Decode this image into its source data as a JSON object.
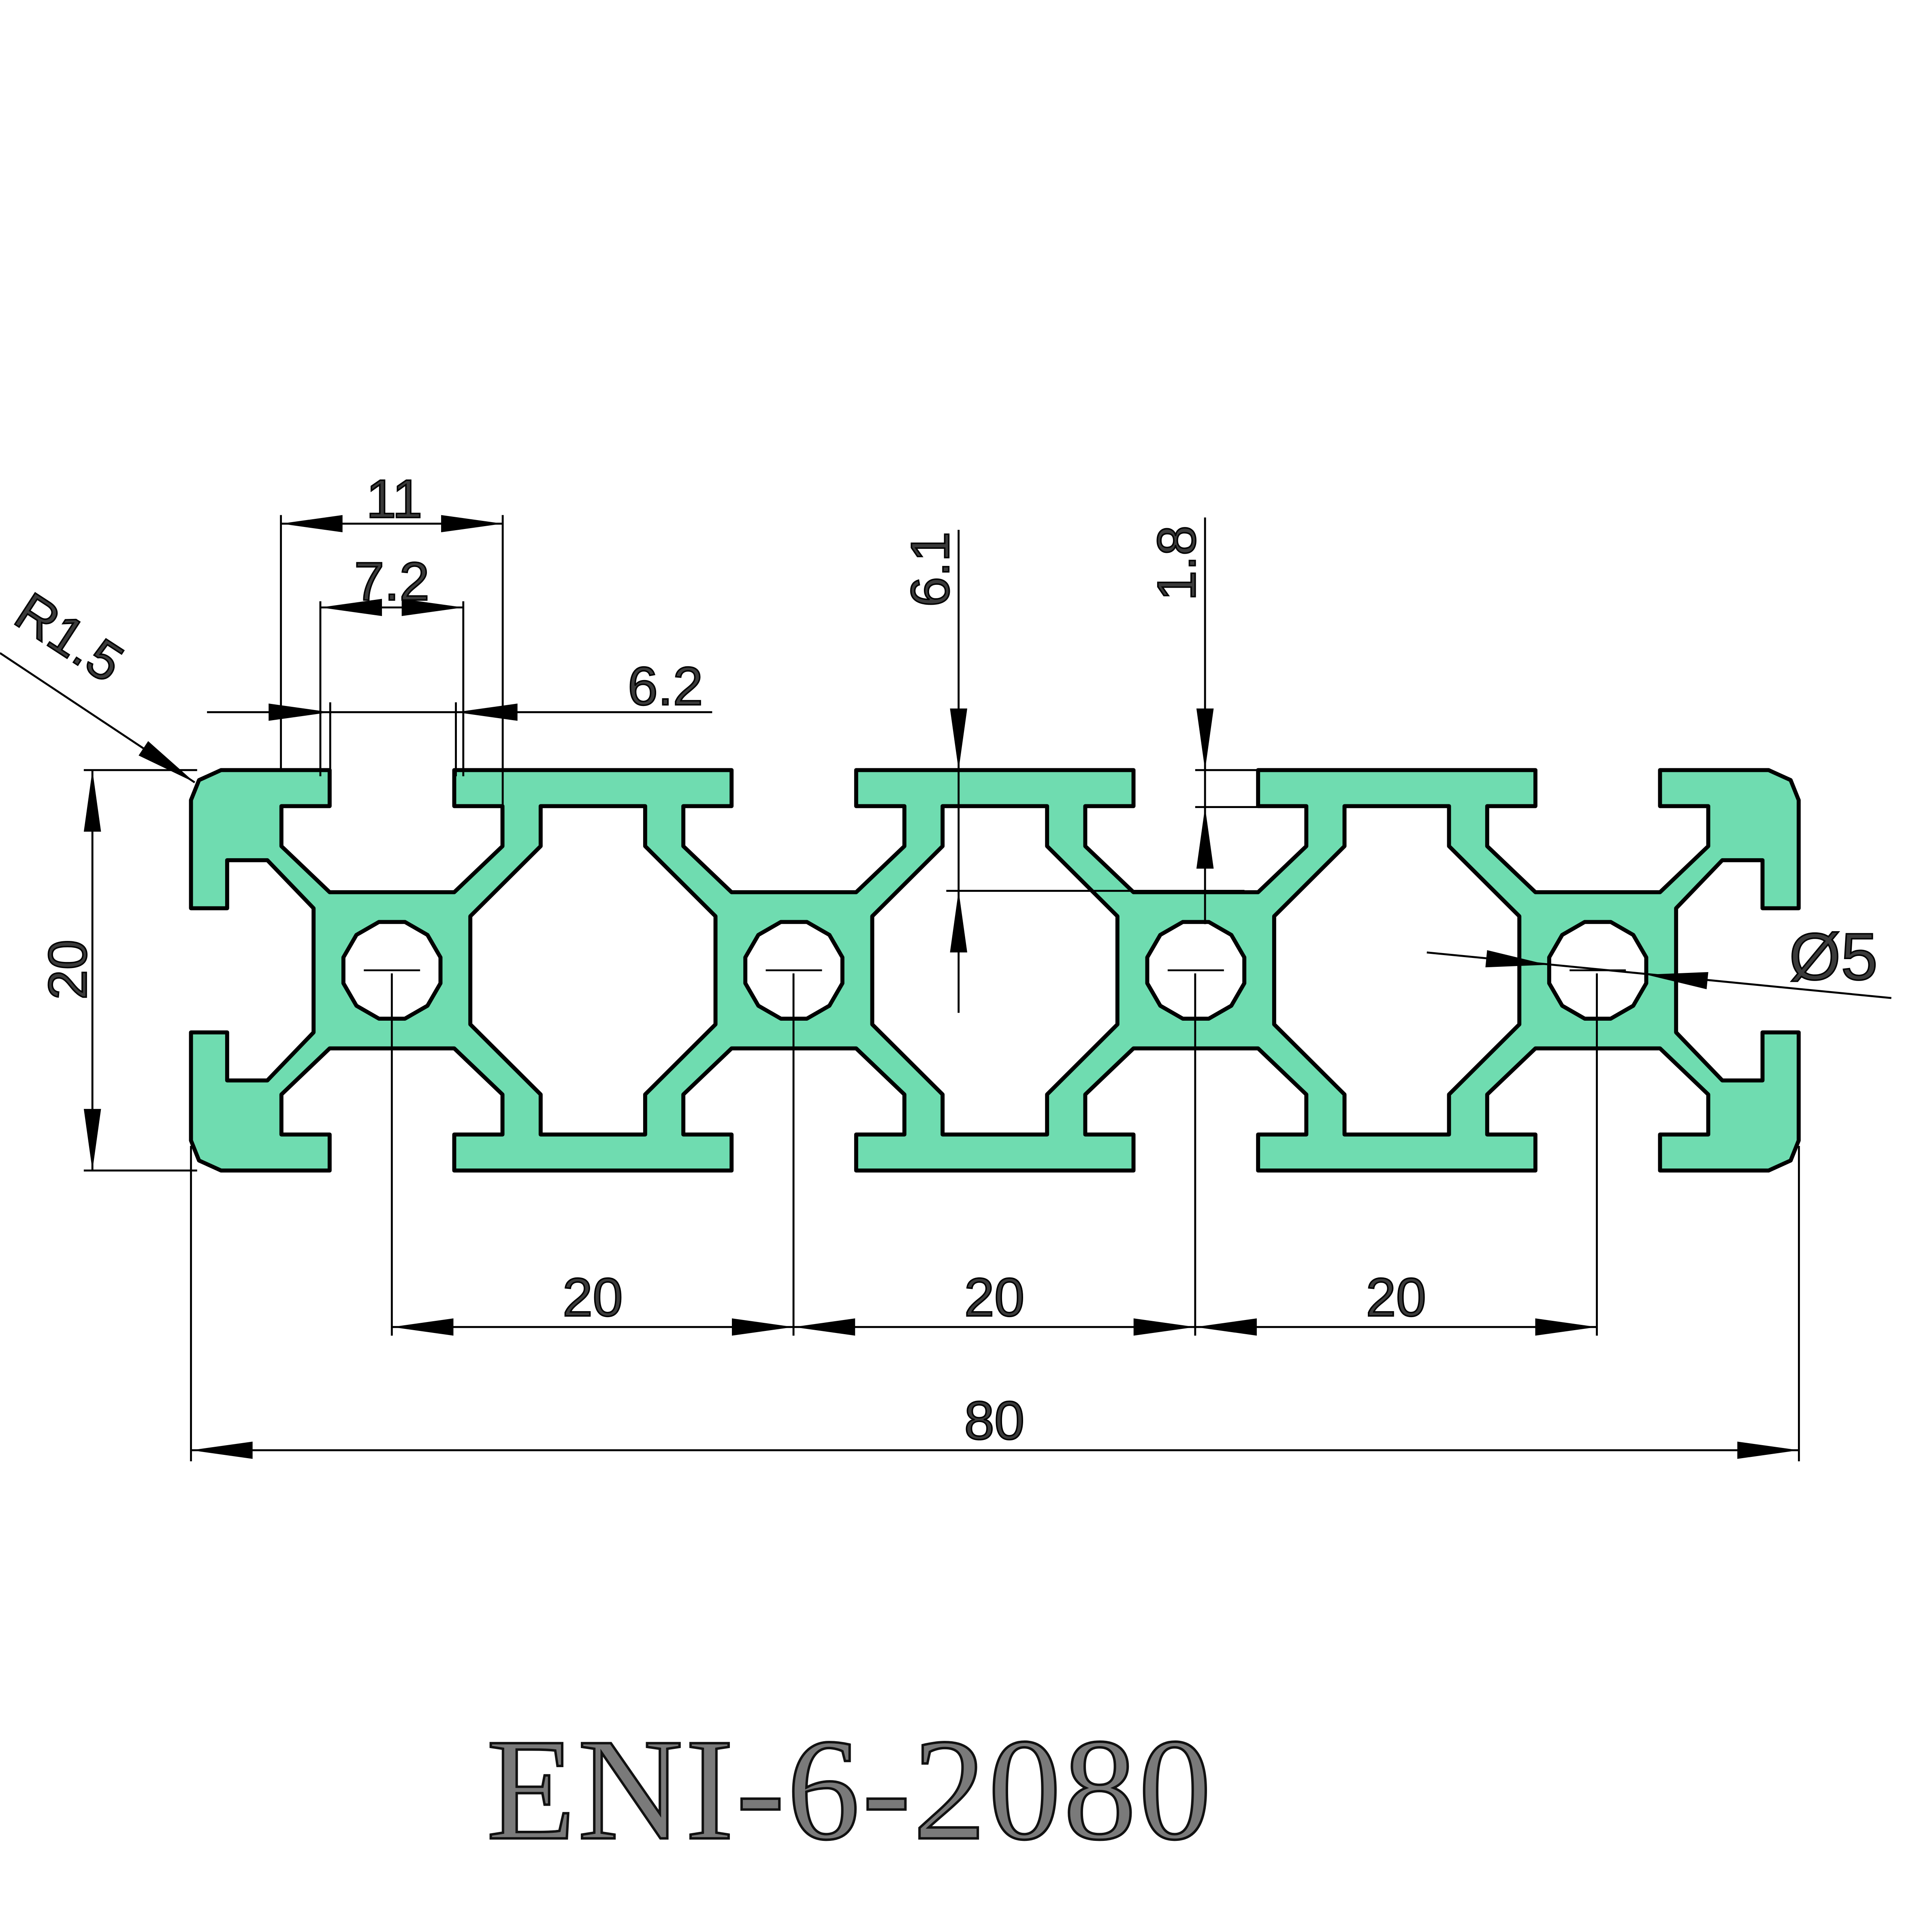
{
  "title": "ENI-6-2080",
  "colors": {
    "profile_fill": "#6fdcb0",
    "line": "#000000",
    "title_fill": "#7a7a7a"
  },
  "profile": {
    "width_mm": 80,
    "height_mm": 20,
    "hole_pitch_mm": 20,
    "hole_count": 4
  },
  "dimensions": {
    "slot_inner_width": "11",
    "slot_mid_width": "7.2",
    "slot_opening": "6.2",
    "slot_depth": "6.1",
    "lip_thickness": "1.8",
    "corner_radius": "R1.5",
    "hole_diameter": "Ø5",
    "height": "20",
    "pitch": [
      "20",
      "20",
      "20"
    ],
    "overall_width": "80"
  }
}
